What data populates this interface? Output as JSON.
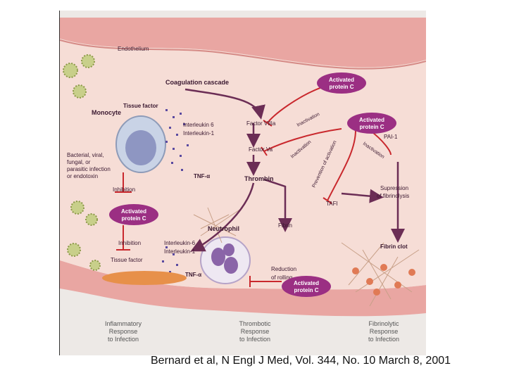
{
  "labels": {
    "endothelium": "Endothelium",
    "coagulation_cascade": "Coagulation cascade",
    "tissue_factor_top": "Tissue factor",
    "monocyte": "Monocyte",
    "interleukin6_top": "Interleukin 6",
    "interleukin1_top": "Interleukin-1",
    "factor_viiia": "Factor VIIIa",
    "factor_va": "Factor Va",
    "thrombin": "Thrombin",
    "infection_source_1": "Bacterial, viral,",
    "infection_source_2": "fungal, or",
    "infection_source_3": "parasitic infection",
    "infection_source_4": "or endotoxin",
    "tnf_top": "TNF-α",
    "inhibition_1": "Inhibition",
    "inhibition_2": "Inhibition",
    "neutrophil": "Neutrophil",
    "fibrin": "Fibrin",
    "tafi": "TAFI",
    "pai1": "PAI-1",
    "suppression_1": "Supression",
    "suppression_2": "of fibrinolysis",
    "fibrin_clot": "Fibrin clot",
    "interleukin6_bottom": "Interleukin-6",
    "interleukin1_bottom": "Interleukin-1",
    "tissue_factor_bottom": "Tissue factor",
    "tnf_bottom": "TNF-α",
    "reduction_1": "Reduction",
    "reduction_2": "of rolling",
    "inactivation_1": "Inactivation",
    "inactivation_2": "Inactivation",
    "inactivation_3": "Inactivation",
    "prevention": "Prevention of activation"
  },
  "apc_badges": {
    "line1": "Activated",
    "line2": "protein C"
  },
  "responses": {
    "inflammatory": [
      "Inflammatory",
      "Response",
      "to Infection"
    ],
    "thrombotic": [
      "Thrombotic",
      "Response",
      "to Infection"
    ],
    "fibrinolytic": [
      "Fibrinolytic",
      "Response",
      "to Infection"
    ]
  },
  "citation": "Bernard et al, N Engl J Med, Vol. 344, No. 10 March 8, 2001",
  "colors": {
    "vessel_wall": "#e9a6a2",
    "lumen": "#f6ddd6",
    "apc_badge": "#9b2f83",
    "arrow": "#6b2d55",
    "inhibit": "#c9282d"
  }
}
